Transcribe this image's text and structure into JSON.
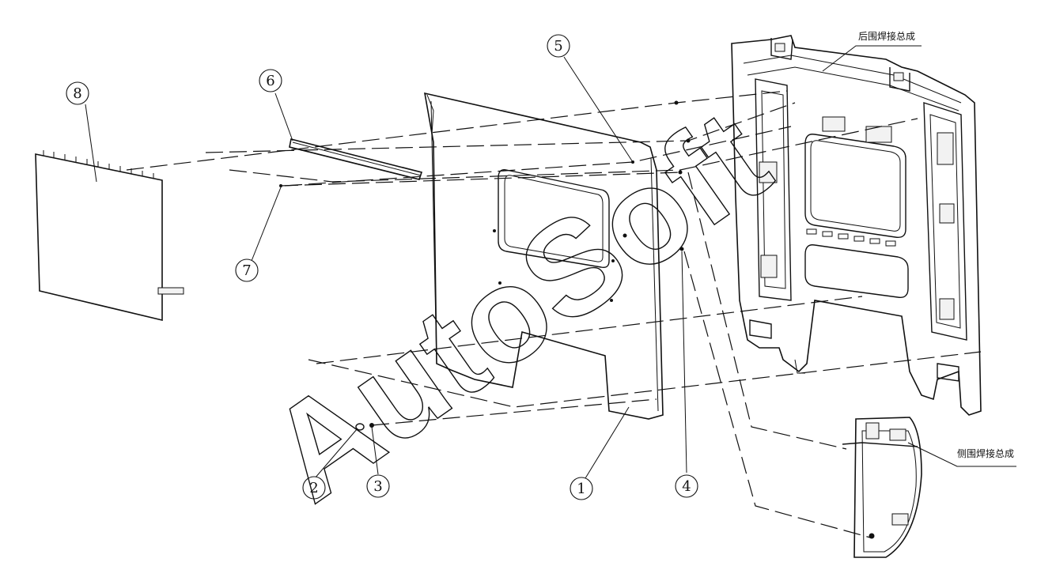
{
  "callouts": [
    {
      "id": "1",
      "label": "1"
    },
    {
      "id": "2",
      "label": "2"
    },
    {
      "id": "3",
      "label": "3"
    },
    {
      "id": "4",
      "label": "4"
    },
    {
      "id": "5",
      "label": "5"
    },
    {
      "id": "6",
      "label": "6"
    },
    {
      "id": "7",
      "label": "7"
    },
    {
      "id": "8",
      "label": "8"
    }
  ],
  "labels": {
    "rear_assembly": "后围焊接总成",
    "side_assembly": "侧围焊接总成"
  },
  "watermark": "AutoSoft"
}
